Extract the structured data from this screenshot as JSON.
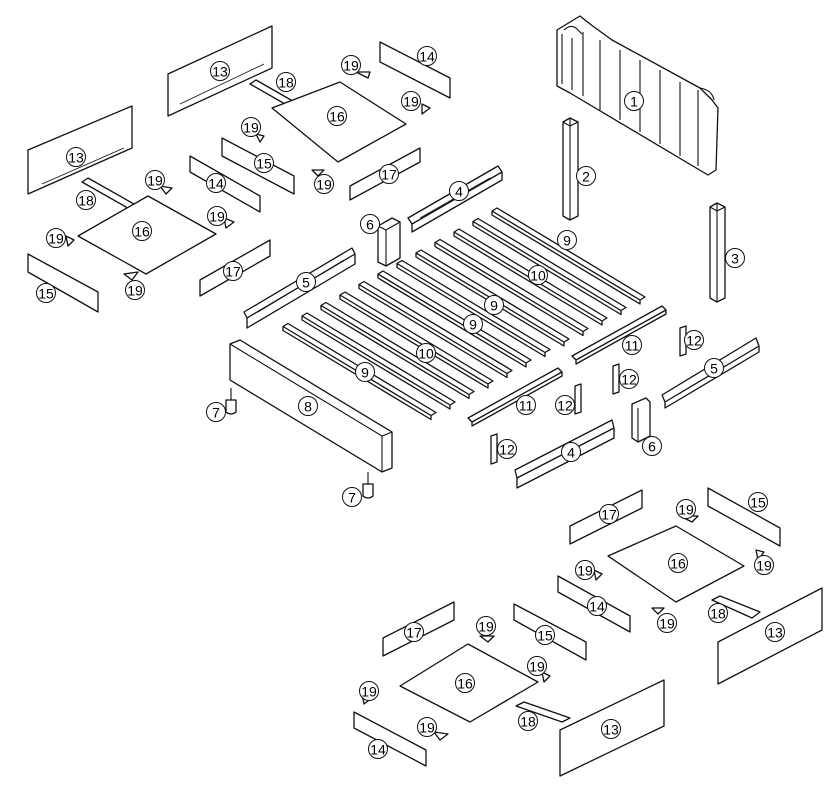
{
  "title": "",
  "parts": [
    {
      "number": "1",
      "label": "1"
    },
    {
      "number": "2",
      "label": "2"
    },
    {
      "number": "3",
      "label": "3"
    },
    {
      "number": "4",
      "label": "4"
    },
    {
      "number": "5",
      "label": "5"
    },
    {
      "number": "6",
      "label": "6"
    },
    {
      "number": "7",
      "label": "7"
    },
    {
      "number": "8",
      "label": "8"
    },
    {
      "number": "9",
      "label": "9"
    },
    {
      "number": "10",
      "label": "10"
    },
    {
      "number": "11",
      "label": "11"
    },
    {
      "number": "12",
      "label": "12"
    },
    {
      "number": "13",
      "label": "13"
    },
    {
      "number": "14",
      "label": "14"
    },
    {
      "number": "15",
      "label": "15"
    },
    {
      "number": "16",
      "label": "16"
    },
    {
      "number": "17",
      "label": "17"
    },
    {
      "number": "18",
      "label": "18"
    },
    {
      "number": "19",
      "label": "19"
    }
  ],
  "colors": {
    "line": "#111111",
    "fill": "#ffffff"
  }
}
